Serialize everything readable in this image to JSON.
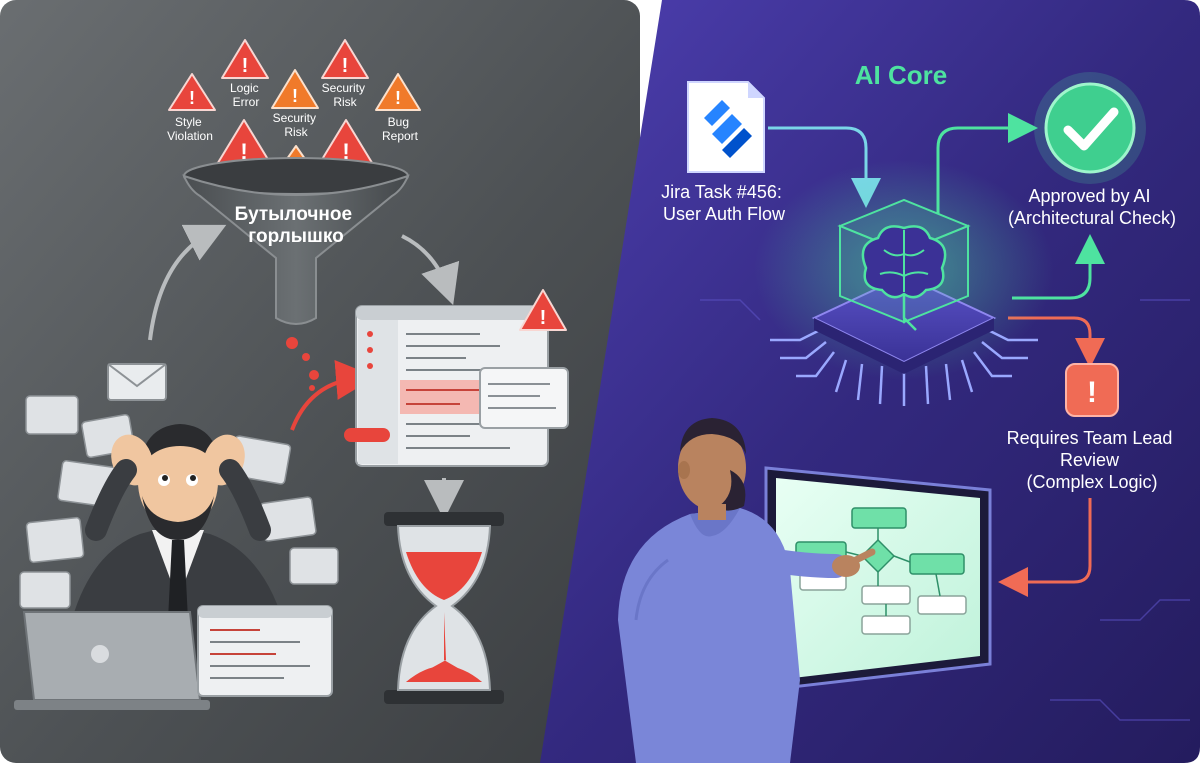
{
  "left_panel": {
    "warnings": [
      {
        "label_lines": [
          "Style",
          "Violation"
        ]
      },
      {
        "label_lines": [
          "Logic",
          "Error"
        ]
      },
      {
        "label_lines": [
          "Security",
          "Risk"
        ]
      },
      {
        "label_lines": [
          "Security",
          "Risk"
        ]
      },
      {
        "label_lines": [
          "Bug",
          "Report"
        ]
      }
    ],
    "funnel_label_lines": [
      "Бутылочное",
      "горлышко"
    ],
    "colors": {
      "background": "#4d5154",
      "alert_red": "#e8453c",
      "alert_orange": "#f07a2a",
      "funnel": "#5a5f63"
    }
  },
  "right_panel": {
    "ai_core_title": "AI Core",
    "jira_task_lines": [
      "Jira Task #456:",
      "User Auth Flow"
    ],
    "approved_lines": [
      "Approved by AI",
      "(Architectural Check)"
    ],
    "review_lines": [
      "Requires Team Lead",
      "Review",
      "(Complex Logic)"
    ],
    "icons": [
      "jira-document-icon",
      "brain-chip-icon",
      "checkmark-icon",
      "alert-icon",
      "flowchart-screen-icon"
    ],
    "colors": {
      "background": "#3b2f8a",
      "accent_green": "#4ee3a0",
      "accent_coral": "#f06b55",
      "text": "#ffffff"
    }
  }
}
